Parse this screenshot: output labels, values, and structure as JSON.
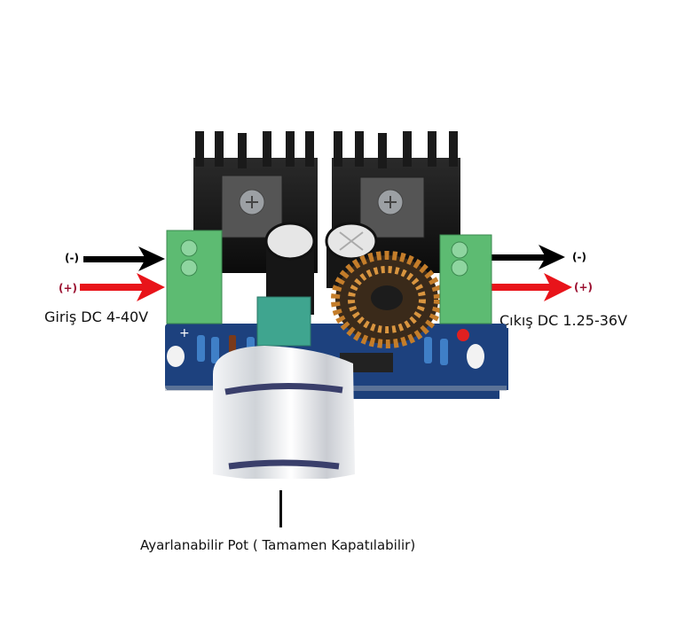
{
  "annotations": {
    "input": {
      "neg_label": "(-)",
      "pos_label": "(+)",
      "title": "Giriş DC 4-40V"
    },
    "output": {
      "neg_label": "(-)",
      "pos_label": "(+)",
      "title": "Çıkış DC 1.25-36V"
    },
    "pot": {
      "title": "Ayarlanabilir Pot ( Tamamen Kapatılabilir)"
    }
  },
  "colors": {
    "negative_arrow": "#000000",
    "positive_arrow": "#e8141a",
    "positive_label": "#9b1030",
    "pcb": "#1c3f7a",
    "terminal_block": "#5dbb72",
    "heatsink": "#151515",
    "coil_copper": "#c47d2a",
    "pot_body": "#3fa58f",
    "knob": "#e8eaed",
    "led": "#e02020"
  },
  "board": {
    "silkscreen_plus": "+",
    "components": [
      "heatsink-left",
      "heatsink-right",
      "capacitor-left",
      "capacitor-right",
      "toroid-inductor",
      "terminal-block-input",
      "terminal-block-output",
      "potentiometer",
      "knob",
      "resistors",
      "diode",
      "led"
    ]
  }
}
